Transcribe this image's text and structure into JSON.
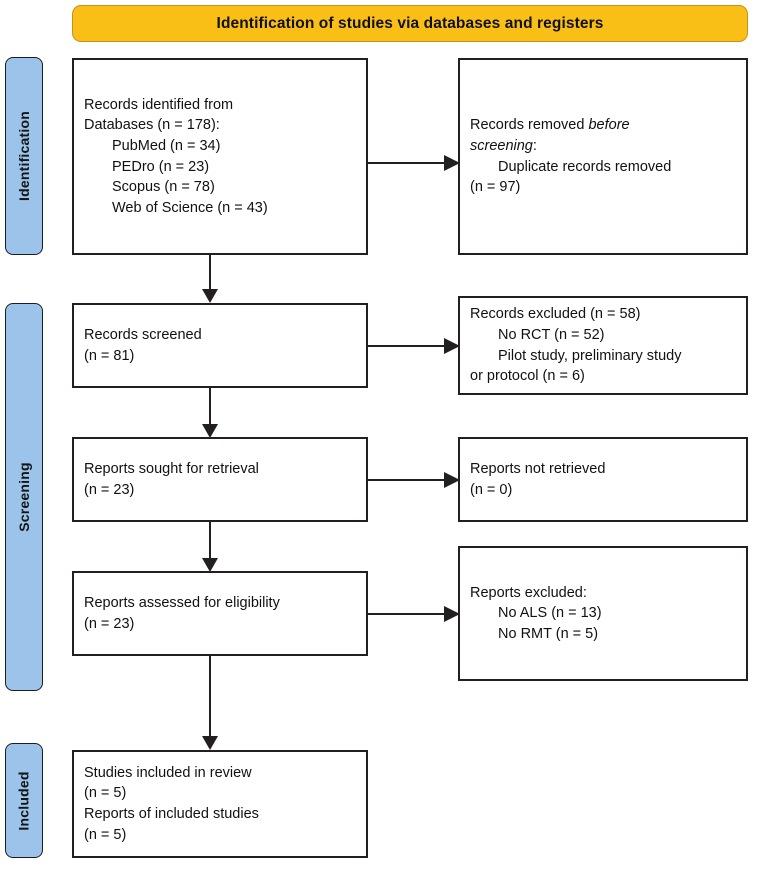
{
  "header": {
    "title": "Identification of studies via databases and registers",
    "background_color": "#F9BF16",
    "border_color": "#C89118"
  },
  "phases": [
    {
      "id": "identification",
      "label": "Identification",
      "color": "#9CC3E9"
    },
    {
      "id": "screening",
      "label": "Screening",
      "color": "#9CC3E9"
    },
    {
      "id": "included",
      "label": "Included",
      "color": "#9CC3E9"
    }
  ],
  "boxes": {
    "records_identified": {
      "line1": "Records identified from",
      "line2": "Databases (n = 178):",
      "sources": [
        "PubMed (n = 34)",
        "PEDro (n = 23)",
        "Scopus (n = 78)",
        "Web of Science (n = 43)"
      ]
    },
    "records_removed": {
      "line1_prefix": "Records removed ",
      "line1_italic": "before",
      "line2_italic": "screening",
      "line2_suffix": ":",
      "detail": "Duplicate records removed",
      "detail_count": "(n = 97)"
    },
    "records_screened": {
      "line1": "Records screened",
      "line2": "(n = 81)"
    },
    "records_excluded": {
      "line1": "Records excluded (n = 58)",
      "reasons": [
        "No RCT (n = 52)",
        "Pilot study, preliminary study",
        "or protocol (n = 6)"
      ]
    },
    "reports_sought": {
      "line1": "Reports sought for retrieval",
      "line2": "(n = 23)"
    },
    "reports_not_retrieved": {
      "line1": "Reports not retrieved",
      "line2": "(n = 0)"
    },
    "reports_assessed": {
      "line1": "Reports assessed for eligibility",
      "line2": "(n = 23)"
    },
    "reports_excluded": {
      "line1": "Reports excluded:",
      "reasons": [
        "No ALS (n = 13)",
        "No RMT (n = 5)"
      ]
    },
    "studies_included": {
      "line1": "Studies included in review",
      "line2": "(n = 5)",
      "line3": "Reports of included studies",
      "line4": "(n = 5)"
    }
  },
  "chart_data": {
    "type": "diagram",
    "title": "Identification of studies via databases and registers",
    "nodes": [
      {
        "id": "records_identified",
        "phase": "Identification",
        "n": 178,
        "breakdown": {
          "PubMed": 34,
          "PEDro": 23,
          "Scopus": 78,
          "Web of Science": 43
        }
      },
      {
        "id": "records_removed",
        "phase": "Identification",
        "duplicates_removed": 97
      },
      {
        "id": "records_screened",
        "phase": "Screening",
        "n": 81
      },
      {
        "id": "records_excluded",
        "phase": "Screening",
        "n": 58,
        "breakdown": {
          "No RCT": 52,
          "Pilot study, preliminary study or protocol": 6
        }
      },
      {
        "id": "reports_sought",
        "phase": "Screening",
        "n": 23
      },
      {
        "id": "reports_not_retrieved",
        "phase": "Screening",
        "n": 0
      },
      {
        "id": "reports_assessed",
        "phase": "Screening",
        "n": 23
      },
      {
        "id": "reports_excluded",
        "phase": "Screening",
        "breakdown": {
          "No ALS": 13,
          "No RMT": 5
        }
      },
      {
        "id": "studies_included",
        "phase": "Included",
        "studies_in_review": 5,
        "reports_of_included_studies": 5
      }
    ],
    "edges": [
      {
        "from": "records_identified",
        "to": "records_removed",
        "dir": "right"
      },
      {
        "from": "records_identified",
        "to": "records_screened",
        "dir": "down"
      },
      {
        "from": "records_screened",
        "to": "records_excluded",
        "dir": "right"
      },
      {
        "from": "records_screened",
        "to": "reports_sought",
        "dir": "down"
      },
      {
        "from": "reports_sought",
        "to": "reports_not_retrieved",
        "dir": "right"
      },
      {
        "from": "reports_sought",
        "to": "reports_assessed",
        "dir": "down"
      },
      {
        "from": "reports_assessed",
        "to": "reports_excluded",
        "dir": "right"
      },
      {
        "from": "reports_assessed",
        "to": "studies_included",
        "dir": "down"
      }
    ]
  }
}
